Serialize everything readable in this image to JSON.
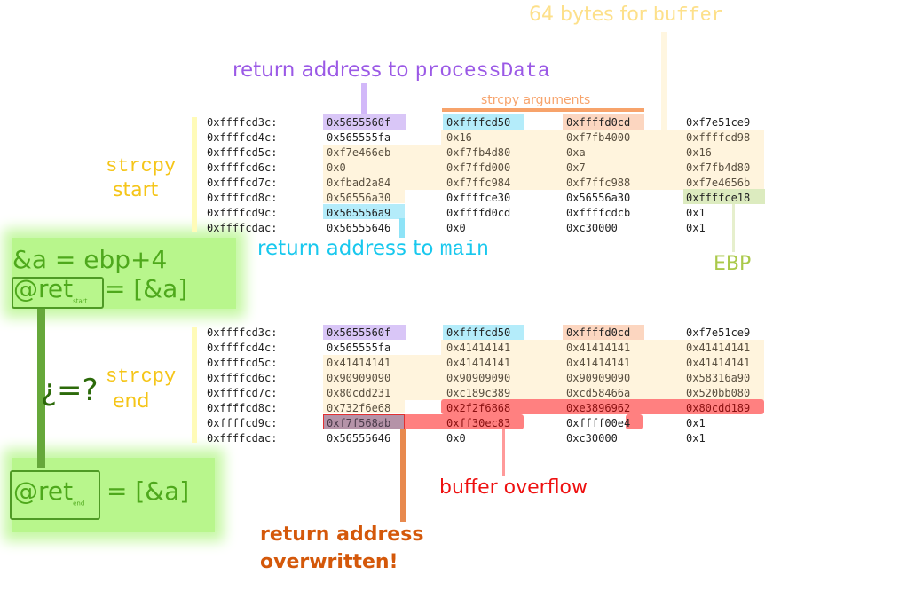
{
  "annotations": {
    "buffer_label_prefix": "64 bytes for ",
    "buffer_label_code": "buffer",
    "ret_processdata_prefix": "return address to ",
    "ret_processdata_code": "processData",
    "strcpy_args": "strcpy arguments",
    "ret_main_prefix": "return address to ",
    "ret_main_code": "main",
    "ebp": "EBP",
    "strcpy_start_code": "strcpy",
    "strcpy_start_word": "start",
    "strcpy_end_code": "strcpy",
    "strcpy_end_word": "end",
    "buffer_overflow": "buffer overflow",
    "ret_overwritten_line1": "return address",
    "ret_overwritten_line2": "overwritten!",
    "eq_a": "&a = ebp+4",
    "ret_start_main": "@ret",
    "ret_start_sub": "start",
    "ret_start_rhs": "= [&a]",
    "compare": "¿=?",
    "ret_end_main": "@ret",
    "ret_end_sub": "end",
    "ret_end_rhs": "= [&a]"
  },
  "colors": {
    "purple": "#9b59e6",
    "purple_hl": "#d9c6f7",
    "cyan": "#18c8ee",
    "cyan_hl": "#b4ecfa",
    "orange": "#f7a36b",
    "orange_hl": "#fcd6c0",
    "buffer_yellow": "#fff4dd",
    "yellow_text": "#f5c518",
    "ebp_green": "#aac94a",
    "ebp_hl": "#dcebbf",
    "red_hl": "#ff8080",
    "red_text": "#ee1111",
    "burnt": "#d4580a",
    "green": "#4ea81c"
  },
  "dump_start": {
    "rows": [
      {
        "addr": "0xffffcd3c:",
        "v": [
          "0x5655560f",
          "0xffffcd50",
          "0xffffd0cd",
          "0xf7e51ce9"
        ]
      },
      {
        "addr": "0xffffcd4c:",
        "v": [
          "0x565555fa",
          "0x16",
          "0xf7fb4000",
          "0xffffcd98"
        ]
      },
      {
        "addr": "0xffffcd5c:",
        "v": [
          "0xf7e466eb",
          "0xf7fb4d80",
          "0xa",
          "0x16"
        ]
      },
      {
        "addr": "0xffffcd6c:",
        "v": [
          "0x0",
          "0xf7ffd000",
          "0x7",
          "0xf7fb4d80"
        ]
      },
      {
        "addr": "0xffffcd7c:",
        "v": [
          "0xfbad2a84",
          "0xf7ffc984",
          "0xf7ffc988",
          "0xf7e4656b"
        ]
      },
      {
        "addr": "0xffffcd8c:",
        "v": [
          "0x56556a30",
          "0xffffce30",
          "0x56556a30",
          "0xffffce18"
        ]
      },
      {
        "addr": "0xffffcd9c:",
        "v": [
          "0x565556a9",
          "0xffffd0cd",
          "0xffffcdcb",
          "0x1"
        ]
      },
      {
        "addr": "0xffffcdac:",
        "v": [
          "0x56555646",
          "0x0",
          "0xc30000",
          "0x1"
        ]
      }
    ]
  },
  "dump_end": {
    "rows": [
      {
        "addr": "0xffffcd3c:",
        "v": [
          "0x5655560f",
          "0xffffcd50",
          "0xffffd0cd",
          "0xf7e51ce9"
        ]
      },
      {
        "addr": "0xffffcd4c:",
        "v": [
          "0x565555fa",
          "0x41414141",
          "0x41414141",
          "0x41414141"
        ]
      },
      {
        "addr": "0xffffcd5c:",
        "v": [
          "0x41414141",
          "0x41414141",
          "0x41414141",
          "0x41414141"
        ]
      },
      {
        "addr": "0xffffcd6c:",
        "v": [
          "0x90909090",
          "0x90909090",
          "0x90909090",
          "0x58316a90"
        ]
      },
      {
        "addr": "0xffffcd7c:",
        "v": [
          "0x80cdd231",
          "0xc189c389",
          "0xcd58466a",
          "0x520bb080"
        ]
      },
      {
        "addr": "0xffffcd8c:",
        "v": [
          "0x732f6e68",
          "0x2f2f6868",
          "0xe3896962",
          "0x80cdd189"
        ]
      },
      {
        "addr": "0xffffcd9c:",
        "v": [
          "0xf7f568ab",
          "0xff30ec83",
          "0xffff00e4",
          "0x1"
        ]
      },
      {
        "addr": "0xffffcdac:",
        "v": [
          "0x56555646",
          "0x0",
          "0xc30000",
          "0x1"
        ]
      }
    ]
  }
}
